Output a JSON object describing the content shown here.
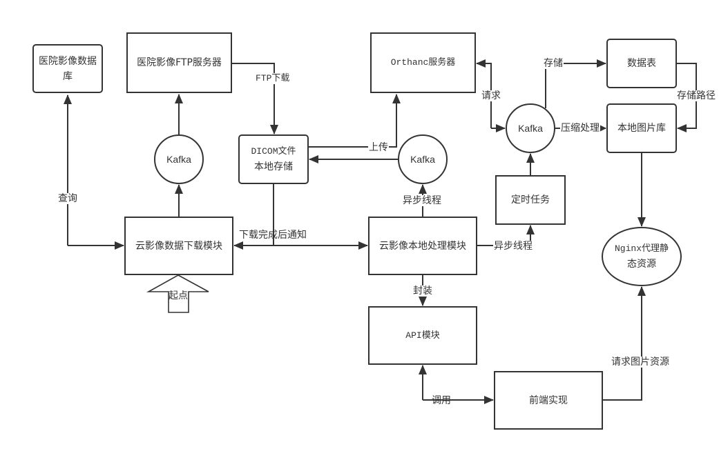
{
  "nodes": {
    "hospital_db": "医院影像数据库",
    "hospital_ftp": "医院影像FTP服务器",
    "kafka_left": "Kafka",
    "dicom_storage_line1": "DICOM文件",
    "dicom_storage_line2": "本地存储",
    "orthanc": "Orthanc服务器",
    "kafka_middle": "Kafka",
    "kafka_right": "Kafka",
    "data_table": "数据表",
    "local_image_lib": "本地图片库",
    "download_module": "云影像数据下载模块",
    "local_process_module": "云影像本地处理模块",
    "scheduled_task": "定时任务",
    "nginx_line1": "Nginx代理静",
    "nginx_line2": "态资源",
    "api_module": "API模块",
    "frontend": "前端实现",
    "start_point": "起点"
  },
  "edges": {
    "query": "查询",
    "ftp_download": "FTP下载",
    "upload": "上传",
    "download_notify": "下载完成后通知",
    "async_thread_up": "异步线程",
    "async_thread_right": "异步线程",
    "request": "请求",
    "store": "存储",
    "compress": "压缩处理",
    "store_path": "存储路径",
    "encapsulate": "封装",
    "invoke": "调用",
    "request_image": "请求图片资源"
  }
}
